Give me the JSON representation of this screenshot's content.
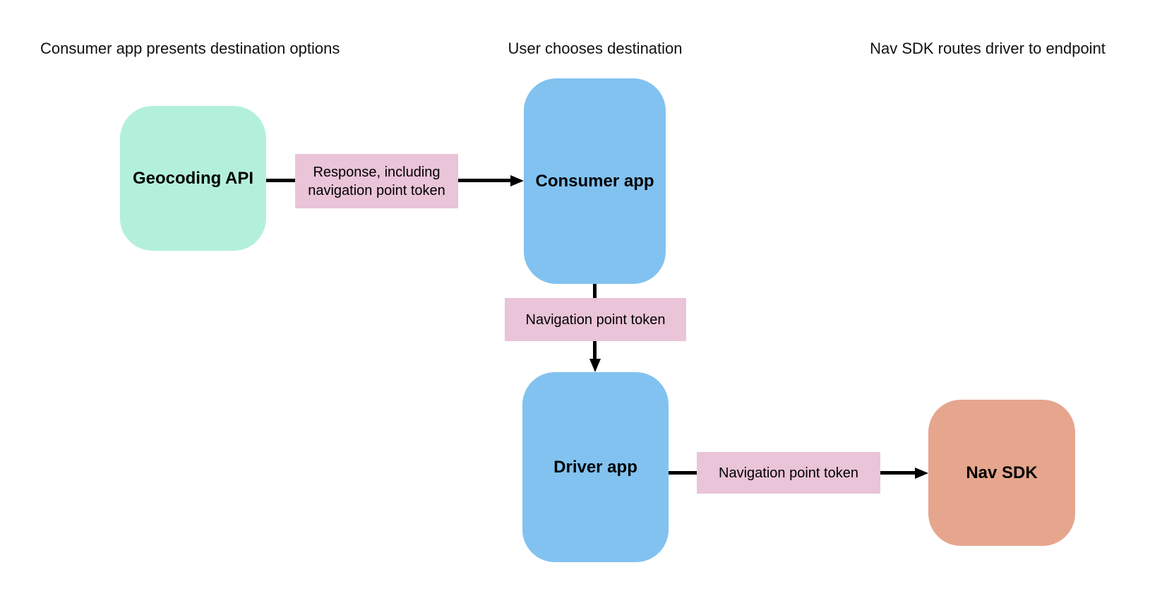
{
  "page": {
    "background": "#ffffff",
    "text_color": "#111111",
    "arrow_color": "#000000"
  },
  "column_headers": [
    {
      "label": "Consumer app presents destination options"
    },
    {
      "label": "User chooses destination"
    },
    {
      "label": "Nav SDK routes driver to endpoint"
    }
  ],
  "nodes": {
    "geocoding_api": {
      "label": "Geocoding API",
      "fill": "#b3f0dc"
    },
    "consumer_app": {
      "label": "Consumer app",
      "fill": "#82c2f0"
    },
    "driver_app": {
      "label": "Driver app",
      "fill": "#82c2f0"
    },
    "nav_sdk": {
      "label": "Nav SDK",
      "fill": "#e6a68e"
    }
  },
  "edge_labels": {
    "response_token": {
      "label": "Response, including navigation point token",
      "fill": "#eac4d8"
    },
    "nav_token_consumer_driver": {
      "label": "Navigation point token",
      "fill": "#eac4d8"
    },
    "nav_token_driver_sdk": {
      "label": "Navigation point token",
      "fill": "#eac4d8"
    }
  }
}
